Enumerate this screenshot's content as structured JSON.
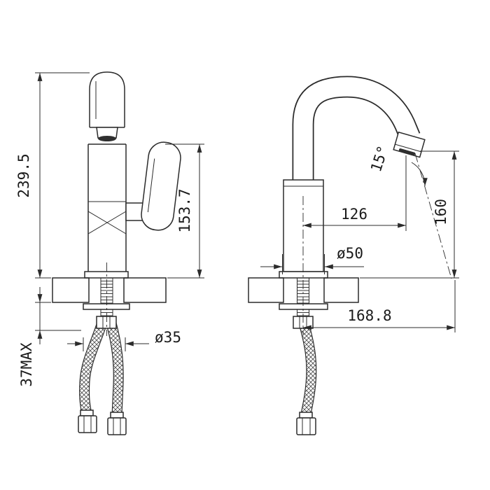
{
  "style": {
    "background": "#ffffff",
    "line_color": "#2b2b2b"
  },
  "front_view": {
    "dims": {
      "total_height": "239.5",
      "handle_height": "153.7",
      "counter_thickness_max": "37MAX",
      "hole_diameter": "ø35"
    }
  },
  "side_view": {
    "dims": {
      "spout_angle": "15°",
      "spout_reach": "126",
      "outlet_height": "160",
      "base_diameter": "ø50",
      "overall_reach": "168.8"
    }
  }
}
